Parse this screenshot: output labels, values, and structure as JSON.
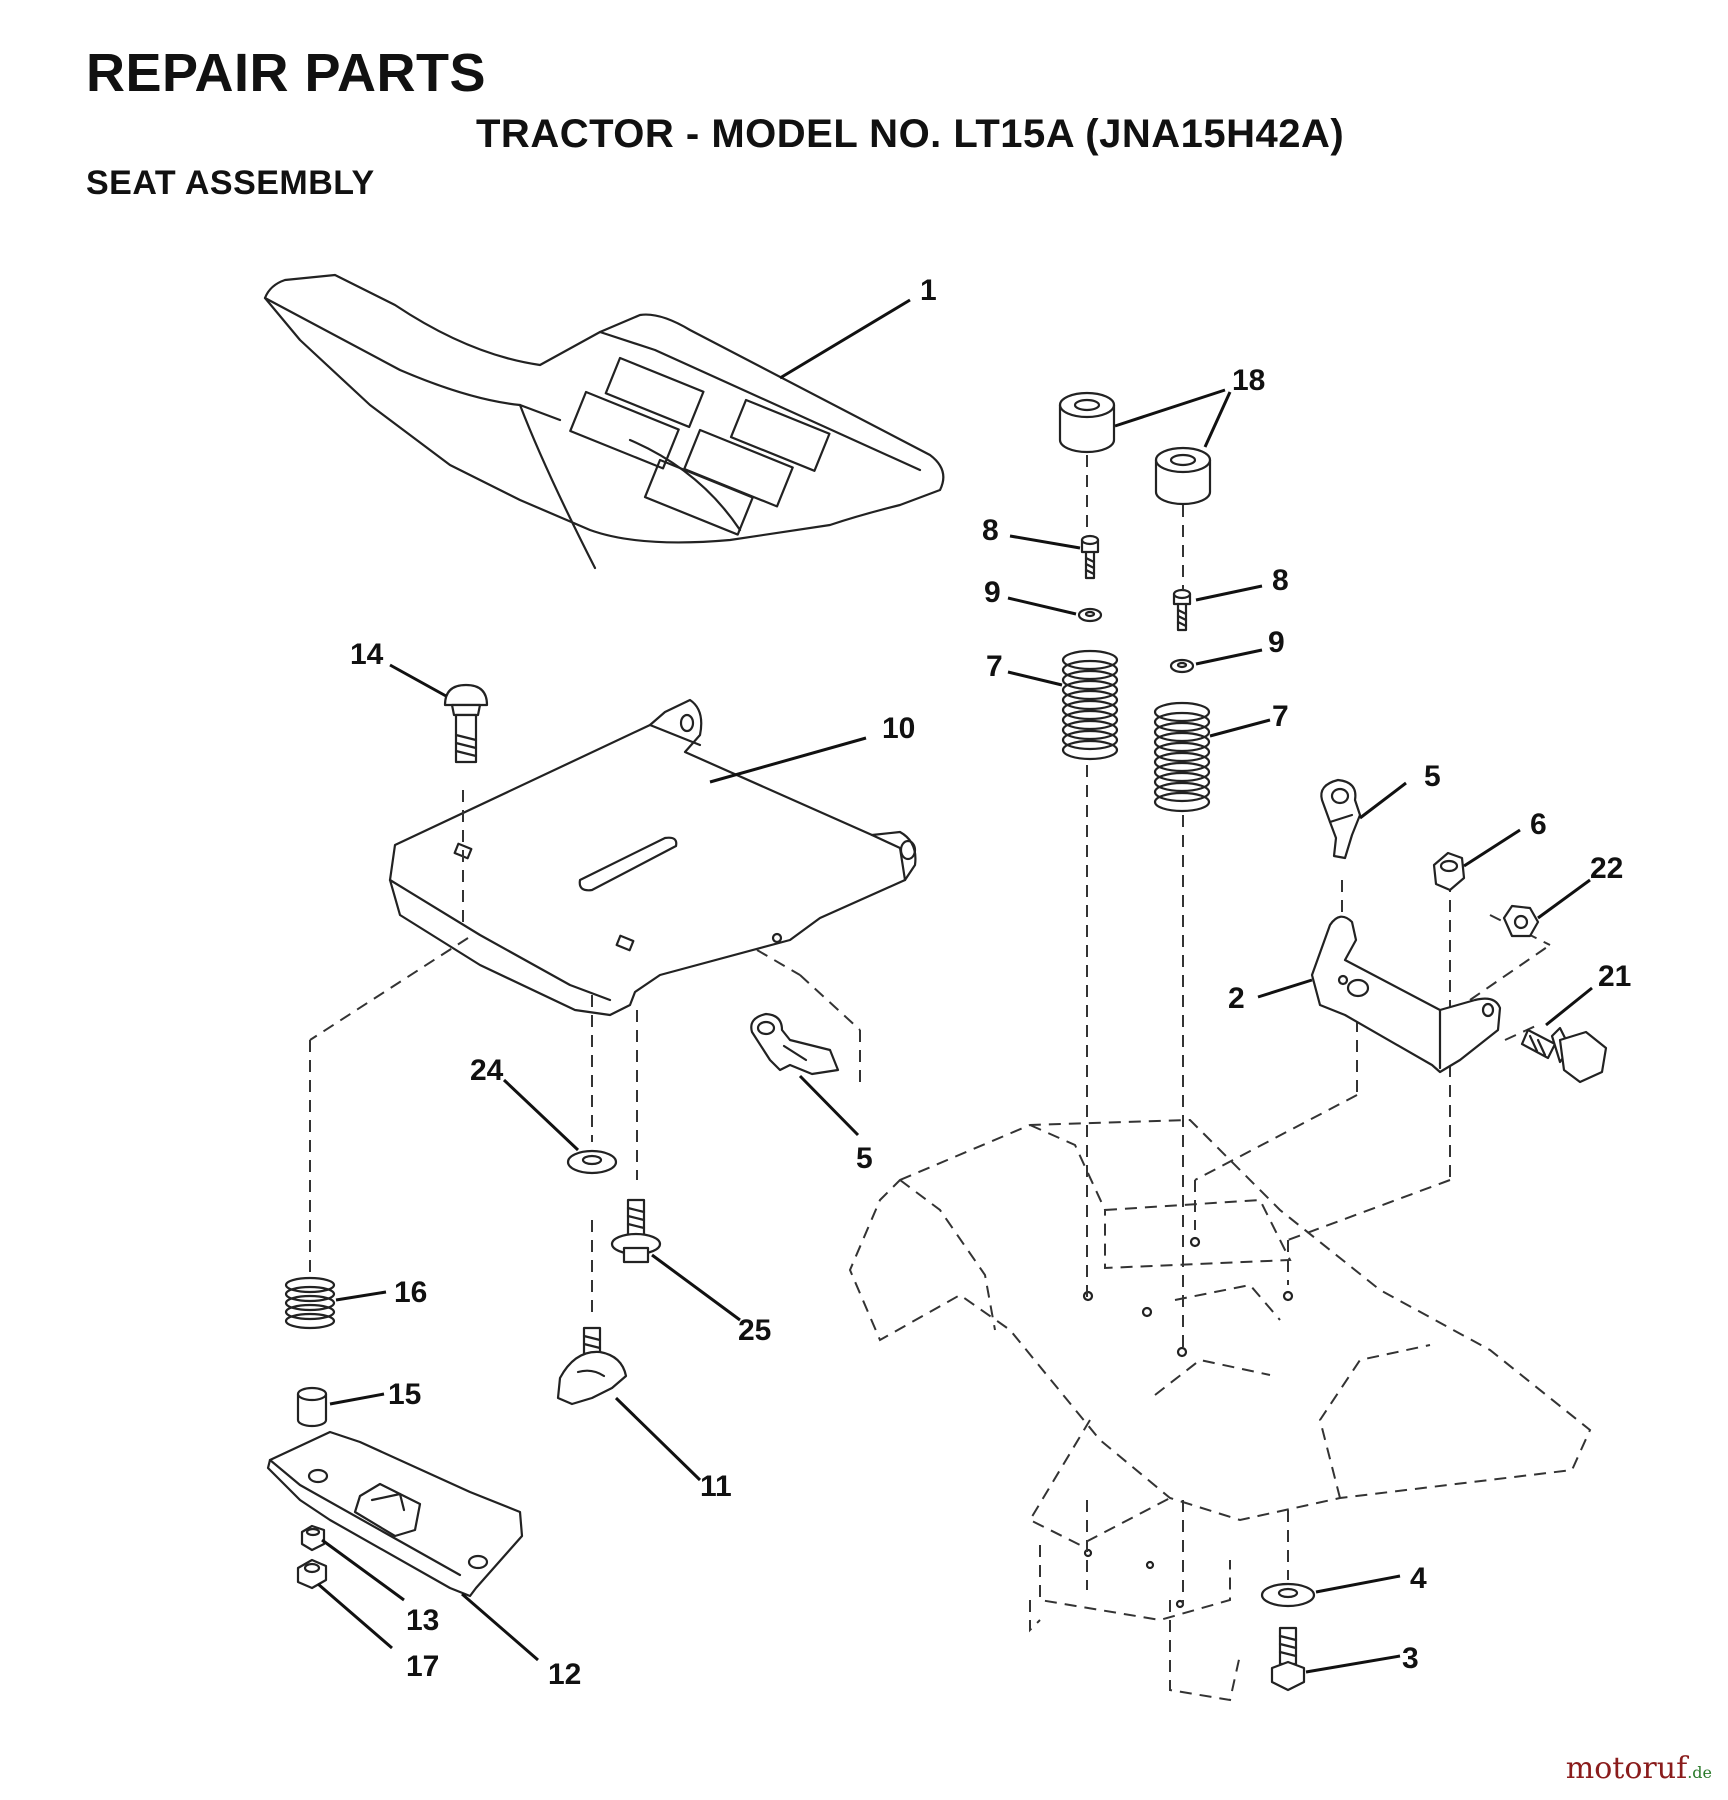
{
  "header": {
    "title": "REPAIR PARTS",
    "subtitle": "TRACTOR - MODEL NO. LT15A (JNA15H42A)",
    "section": "SEAT ASSEMBLY"
  },
  "callouts": [
    {
      "id": "1",
      "part": "seat"
    },
    {
      "id": "18",
      "part": "bumper (x2)"
    },
    {
      "id": "8",
      "part": "screw (left)"
    },
    {
      "id": "8",
      "part": "screw (right)"
    },
    {
      "id": "9",
      "part": "washer (left)"
    },
    {
      "id": "9",
      "part": "washer (right)"
    },
    {
      "id": "7",
      "part": "spring (left)"
    },
    {
      "id": "7",
      "part": "spring (right)"
    },
    {
      "id": "14",
      "part": "carriage bolt"
    },
    {
      "id": "10",
      "part": "seat pan"
    },
    {
      "id": "5",
      "part": "clip (upper right)"
    },
    {
      "id": "5",
      "part": "clip (lower left)"
    },
    {
      "id": "6",
      "part": "nut"
    },
    {
      "id": "22",
      "part": "nut"
    },
    {
      "id": "2",
      "part": "bracket"
    },
    {
      "id": "21",
      "part": "bolt"
    },
    {
      "id": "24",
      "part": "washer"
    },
    {
      "id": "25",
      "part": "bolt"
    },
    {
      "id": "16",
      "part": "spring"
    },
    {
      "id": "15",
      "part": "spacer"
    },
    {
      "id": "11",
      "part": "knob"
    },
    {
      "id": "13",
      "part": "nut"
    },
    {
      "id": "17",
      "part": "nut"
    },
    {
      "id": "12",
      "part": "slide plate"
    },
    {
      "id": "4",
      "part": "washer"
    },
    {
      "id": "3",
      "part": "bolt"
    }
  ],
  "watermark": {
    "brand": "motoruf",
    "suffix": ".de"
  }
}
